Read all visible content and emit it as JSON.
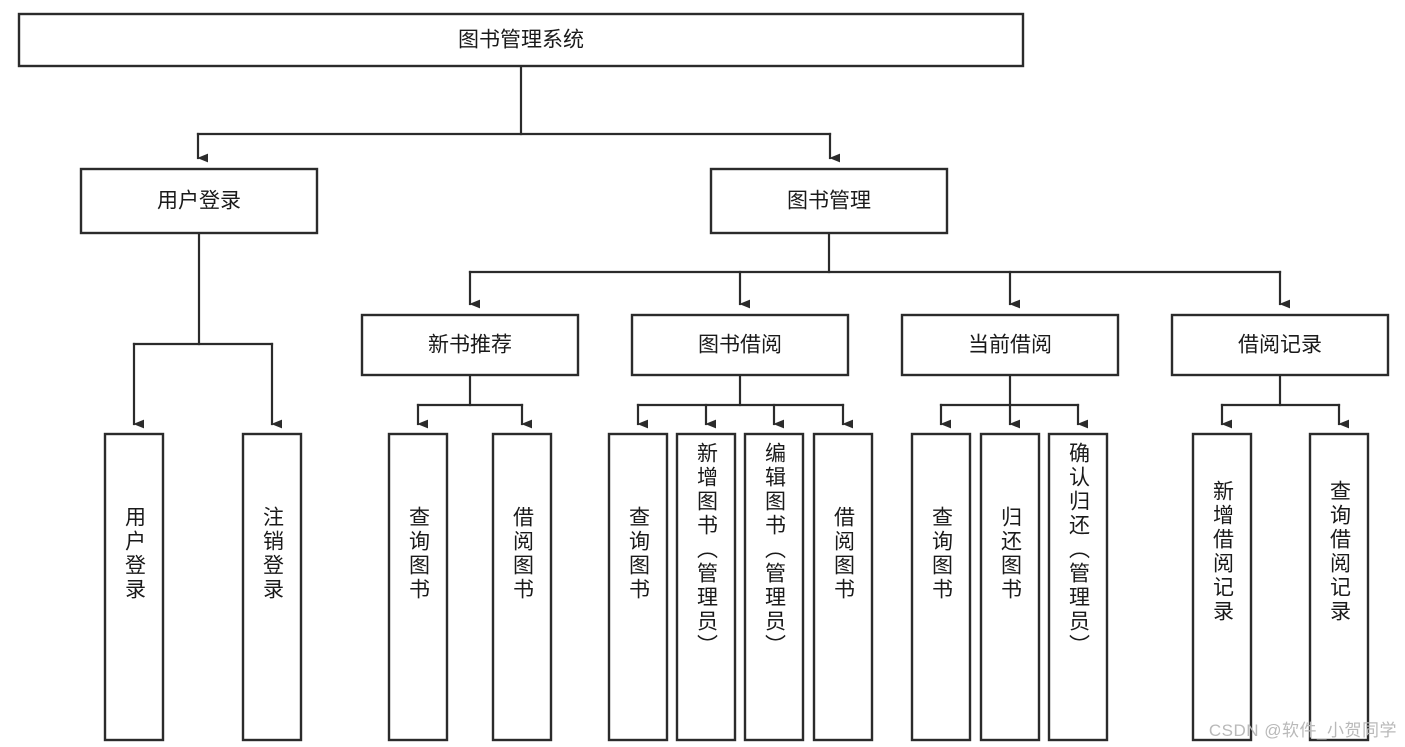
{
  "diagram": {
    "kind": "function-structure-tree",
    "root": {
      "id": "root",
      "label": "图书管理系统"
    },
    "level2": [
      {
        "id": "user-login",
        "label": "用户登录"
      },
      {
        "id": "book-manage",
        "label": "图书管理"
      }
    ],
    "level3": [
      {
        "id": "new-book-rec",
        "label": "新书推荐",
        "parent": "book-manage"
      },
      {
        "id": "book-borrow",
        "label": "图书借阅",
        "parent": "book-manage"
      },
      {
        "id": "current-borrow",
        "label": "当前借阅",
        "parent": "book-manage"
      },
      {
        "id": "borrow-record",
        "label": "借阅记录",
        "parent": "book-manage"
      }
    ],
    "leaves": [
      {
        "id": "leaf-user-login",
        "label": "用户登录",
        "parent": "user-login"
      },
      {
        "id": "leaf-logout-login",
        "label": "注销登录",
        "parent": "user-login"
      },
      {
        "id": "leaf-query-book-1",
        "label": "查询图书",
        "parent": "new-book-rec"
      },
      {
        "id": "leaf-borrow-book-1",
        "label": "借阅图书",
        "parent": "new-book-rec"
      },
      {
        "id": "leaf-query-book-2",
        "label": "查询图书",
        "parent": "book-borrow"
      },
      {
        "id": "leaf-add-book",
        "label": "新增图书（管理员）",
        "parent": "book-borrow"
      },
      {
        "id": "leaf-edit-book",
        "label": "编辑图书（管理员）",
        "parent": "book-borrow"
      },
      {
        "id": "leaf-borrow-book-2",
        "label": "借阅图书",
        "parent": "book-borrow"
      },
      {
        "id": "leaf-query-book-3",
        "label": "查询图书",
        "parent": "current-borrow"
      },
      {
        "id": "leaf-return-book",
        "label": "归还图书",
        "parent": "current-borrow"
      },
      {
        "id": "leaf-confirm-return",
        "label": "确认归还（管理员）",
        "parent": "current-borrow"
      },
      {
        "id": "leaf-add-record",
        "label": "新增借阅记录",
        "parent": "borrow-record"
      },
      {
        "id": "leaf-query-record",
        "label": "查询借阅记录",
        "parent": "borrow-record"
      }
    ]
  },
  "watermark": {
    "text": "CSDN @软件_小贺同学"
  },
  "colors": {
    "box_stroke": "#2b2b2b",
    "box_fill": "#ffffff",
    "text": "#1a1a1a",
    "background": "#ffffff",
    "watermark": "#b9b9b9"
  }
}
